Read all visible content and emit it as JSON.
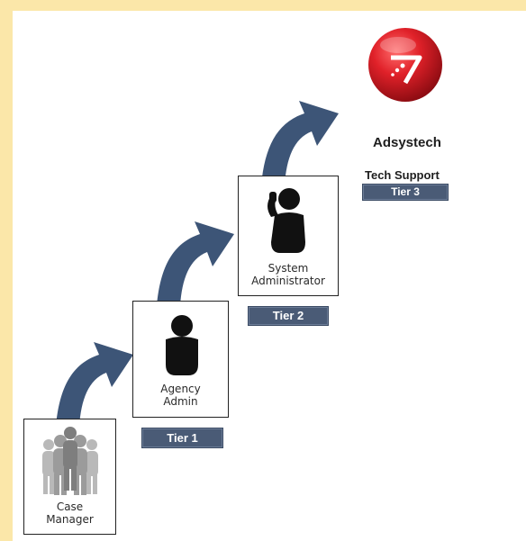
{
  "diagram": {
    "roles": [
      {
        "name": "Case Manager",
        "label": "Case\nManager"
      },
      {
        "name": "Agency Admin",
        "label": "Agency\nAdmin",
        "tier": "Tier 1"
      },
      {
        "name": "System Administrator",
        "label": "System\nAdministrator",
        "tier": "Tier 2"
      }
    ],
    "top": {
      "brand": "Adsystech",
      "service": "Tech Support",
      "tier": "Tier 3",
      "logo_icon": "adsystech-logo-icon"
    }
  },
  "colors": {
    "background": "#fbe7a9",
    "arrow": "#3d5577",
    "badge": "#4a5b76",
    "logo_red": "#d91f26"
  }
}
